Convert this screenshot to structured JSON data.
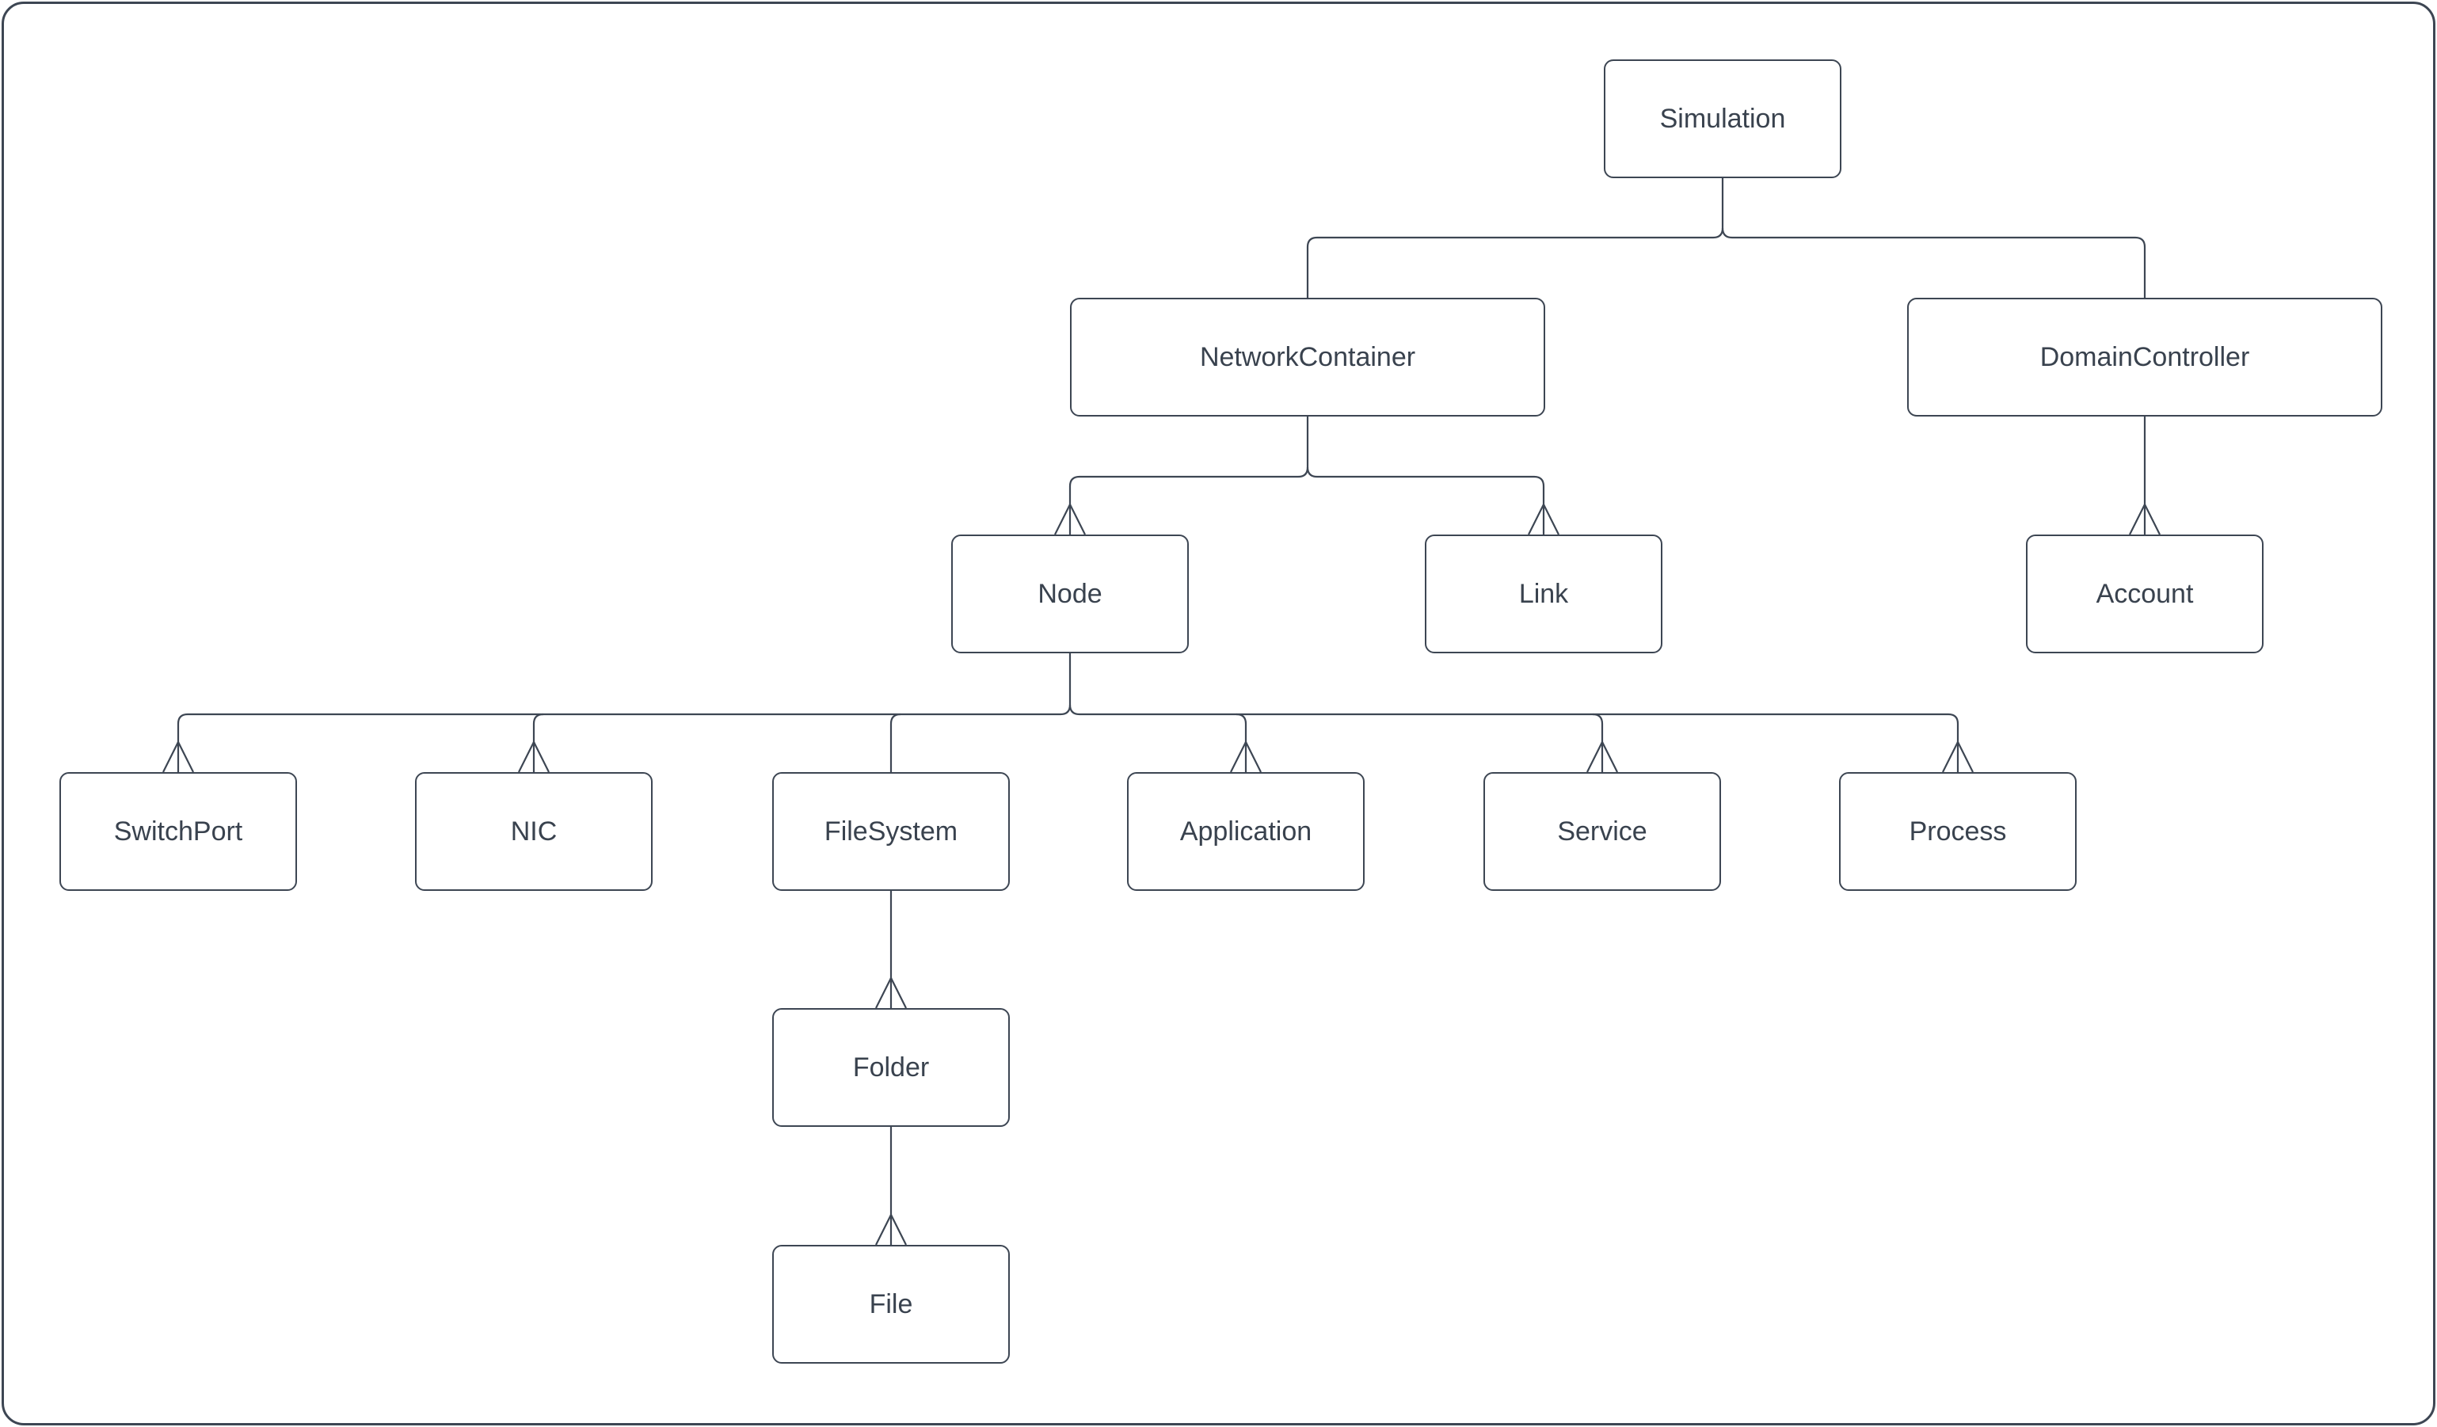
{
  "diagram": {
    "type": "tree",
    "colors": {
      "stroke": "#3d4653",
      "text": "#39424e",
      "canvas-bg": "#ffffff"
    },
    "nodes": {
      "simulation": {
        "label": "Simulation"
      },
      "network_container": {
        "label": "NetworkContainer"
      },
      "domain_controller": {
        "label": "DomainController"
      },
      "node": {
        "label": "Node"
      },
      "link": {
        "label": "Link"
      },
      "account": {
        "label": "Account"
      },
      "switch_port": {
        "label": "SwitchPort"
      },
      "nic": {
        "label": "NIC"
      },
      "file_system": {
        "label": "FileSystem"
      },
      "application": {
        "label": "Application"
      },
      "service": {
        "label": "Service"
      },
      "process": {
        "label": "Process"
      },
      "folder": {
        "label": "Folder"
      },
      "file": {
        "label": "File"
      }
    },
    "edges": [
      {
        "from": "simulation",
        "to": "network_container",
        "arrowhead": false
      },
      {
        "from": "simulation",
        "to": "domain_controller",
        "arrowhead": false
      },
      {
        "from": "network_container",
        "to": "node",
        "arrowhead": true
      },
      {
        "from": "network_container",
        "to": "link",
        "arrowhead": true
      },
      {
        "from": "domain_controller",
        "to": "account",
        "arrowhead": true
      },
      {
        "from": "node",
        "to": "switch_port",
        "arrowhead": true
      },
      {
        "from": "node",
        "to": "nic",
        "arrowhead": true
      },
      {
        "from": "node",
        "to": "file_system",
        "arrowhead": false
      },
      {
        "from": "node",
        "to": "application",
        "arrowhead": true
      },
      {
        "from": "node",
        "to": "service",
        "arrowhead": true
      },
      {
        "from": "node",
        "to": "process",
        "arrowhead": true
      },
      {
        "from": "file_system",
        "to": "folder",
        "arrowhead": true
      },
      {
        "from": "folder",
        "to": "file",
        "arrowhead": true
      }
    ]
  }
}
